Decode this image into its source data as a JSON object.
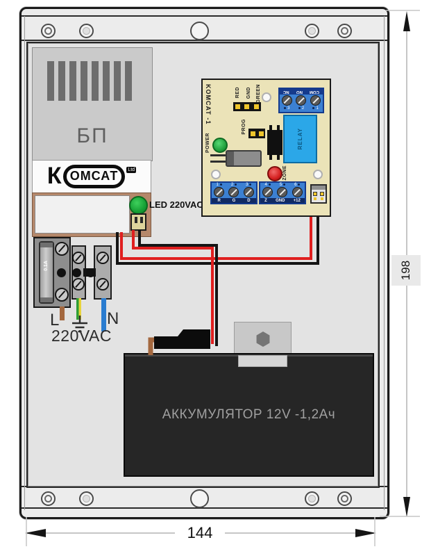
{
  "labels": {
    "psu": "БП",
    "logo": {
      "k": "К",
      "rest": "ОМСАТ",
      "suffix": "Ltd"
    },
    "led_220": "LED 220VAC",
    "fuse_rating": "0.1A",
    "line": "L",
    "neutral": "N",
    "mains": "220VAC",
    "battery": "АККУМУЛЯТОР 12V -1,2Ач",
    "dim_height": "198",
    "dim_width": "144"
  },
  "board": {
    "name": "KOMCAT -1",
    "power_label": "POWER",
    "prog_label": "PROG",
    "zone_label": "ZONE",
    "relay_label": "RELAY",
    "header_labels": [
      "RED",
      "GND",
      "GREEN"
    ],
    "relay_terminal_labels": [
      "NC",
      "NO",
      "COM"
    ],
    "relay_terminal_numbers": [
      "3",
      "2",
      "1"
    ],
    "io_terminal_numbers": [
      "1",
      "2",
      "3",
      "4",
      "5",
      "6"
    ],
    "io_labels_left": [
      "R",
      "G",
      "D"
    ],
    "io_labels_right": [
      "Z",
      "GND",
      "+12"
    ]
  },
  "colors": {
    "wire_red": "#e01f1f",
    "wire_black": "#141414",
    "wire_brown": "#a4683f",
    "wire_blue": "#2a7cd0",
    "wire_ground_green": "#2f9e35",
    "wire_ground_yellow": "#e6d33c",
    "board_bg": "#ebe3b8",
    "terminal_blue": "#3c80d2",
    "relay_blue": "#2ba7e8",
    "led_green": "#24b33c",
    "led_red": "#d42020",
    "pcb_tan": "#b5886b"
  }
}
